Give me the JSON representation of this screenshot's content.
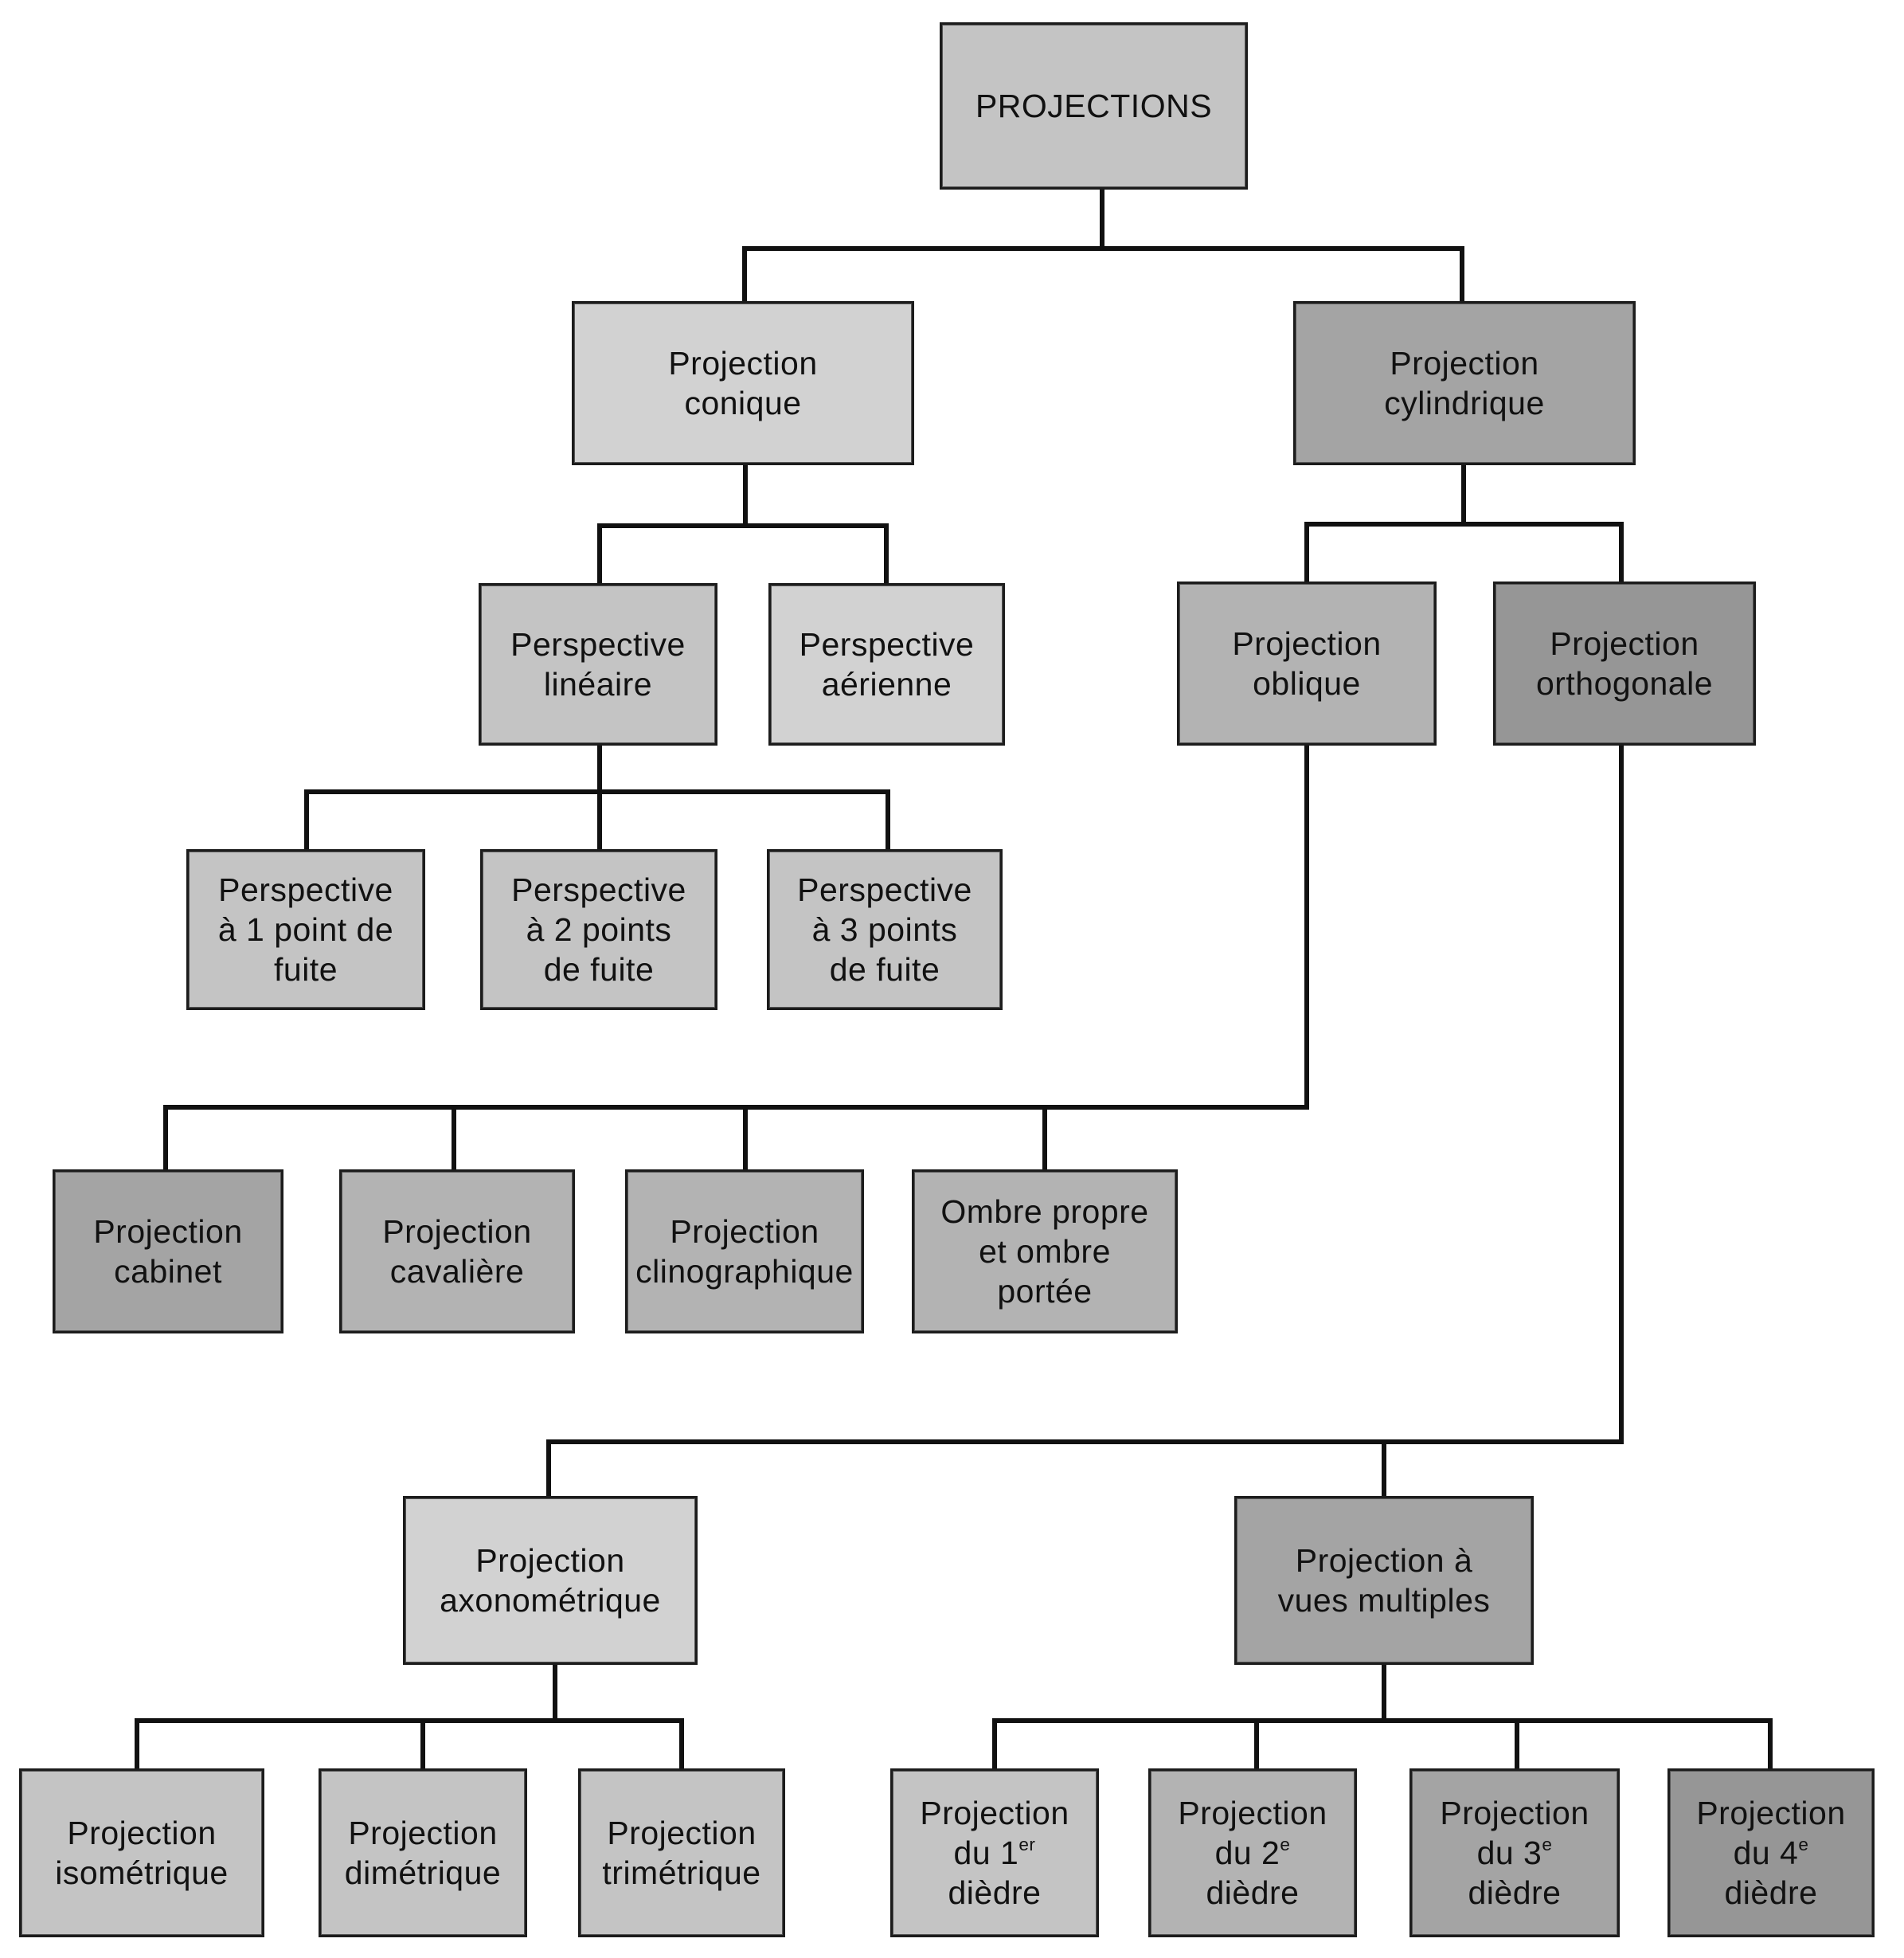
{
  "diagram": {
    "root": {
      "label": "PROJECTIONS"
    },
    "conique": {
      "label": "Projection conique",
      "perspective_lineaire": {
        "label": "Perspective linéaire",
        "children": [
          {
            "label": "Perspective à 1 point de fuite"
          },
          {
            "label": "Perspective à 2 points de fuite"
          },
          {
            "label": "Perspective à 3 points de fuite"
          }
        ]
      },
      "perspective_aerienne": {
        "label": "Perspective aérienne"
      }
    },
    "cylindrique": {
      "label": "Projection cylindrique",
      "oblique": {
        "label": "Projection oblique",
        "children": [
          {
            "label": "Projection cabinet"
          },
          {
            "label": "Projection cavalière"
          },
          {
            "label": "Projection clinographique"
          },
          {
            "label": "Ombre propre et ombre portée"
          }
        ]
      },
      "orthogonale": {
        "label": "Projection orthogonale",
        "axonometrique": {
          "label": "Projection axonométrique",
          "children": [
            {
              "label": "Projection isométrique"
            },
            {
              "label": "Projection dimétrique"
            },
            {
              "label": "Projection trimétrique"
            }
          ]
        },
        "vues_multiples": {
          "label": "Projection à vues multiples",
          "children": [
            {
              "line1": "Projection",
              "line2_prefix": "du 1",
              "line2_sup": "er",
              "line3": "dièdre"
            },
            {
              "line1": "Projection",
              "line2_prefix": "du 2",
              "line2_sup": "e",
              "line3": "dièdre"
            },
            {
              "line1": "Projection",
              "line2_prefix": "du 3",
              "line2_sup": "e",
              "line3": "dièdre"
            },
            {
              "line1": "Projection",
              "line2_prefix": "du 4",
              "line2_sup": "e",
              "line3": "dièdre"
            }
          ]
        }
      }
    }
  }
}
